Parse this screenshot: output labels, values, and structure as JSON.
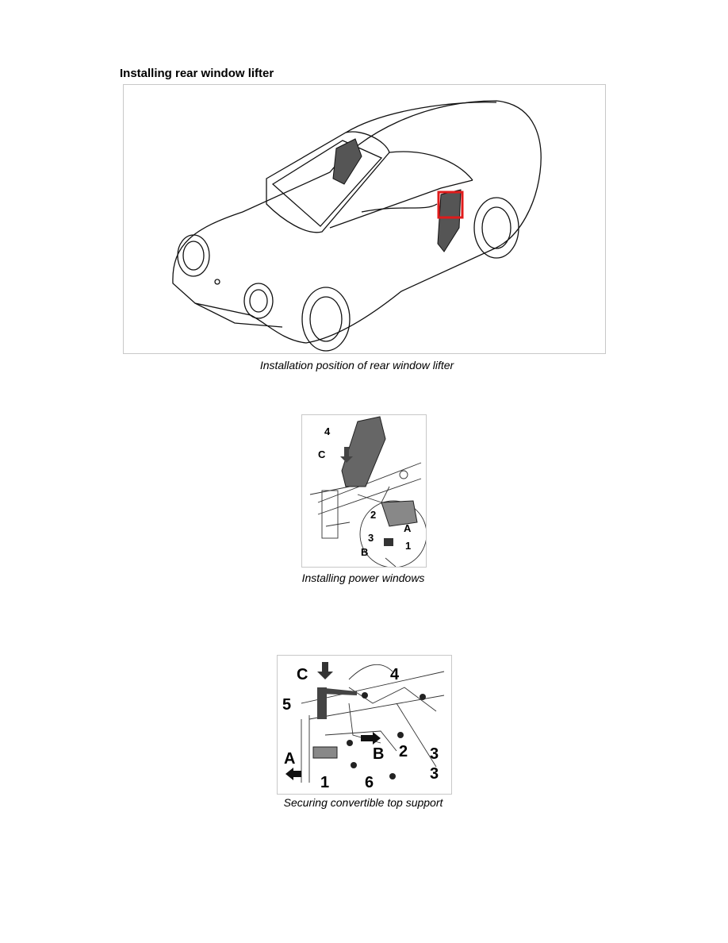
{
  "section": {
    "title": "Installing rear window lifter"
  },
  "figures": [
    {
      "caption": "Installation position of rear window lifter",
      "highlight_color": "#e01b1b",
      "callouts": []
    },
    {
      "caption": "Installing power windows",
      "callouts": [
        "4",
        "C",
        "2",
        "A",
        "3",
        "1",
        "B"
      ]
    },
    {
      "caption": "Securing convertible top support",
      "callouts": [
        "C",
        "4",
        "5",
        "B",
        "2",
        "3",
        "A",
        "1",
        "6",
        "3"
      ]
    }
  ]
}
